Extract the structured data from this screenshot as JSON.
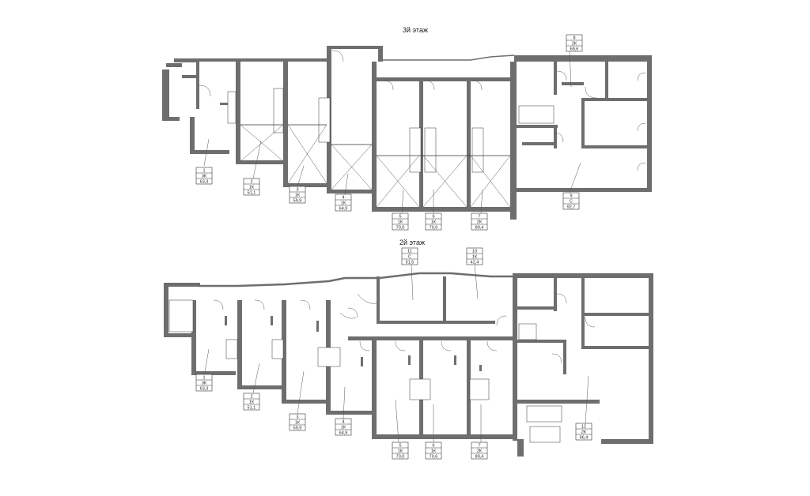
{
  "floors": [
    {
      "title": "3й этаж",
      "apartments": [
        {
          "num": "1",
          "type": "3К",
          "area": "63,3"
        },
        {
          "num": "2",
          "type": "1К",
          "area": "51,1"
        },
        {
          "num": "3",
          "type": "1К",
          "area": "59,9"
        },
        {
          "num": "4",
          "type": "1К",
          "area": "64,9"
        },
        {
          "num": "5",
          "type": "1К",
          "area": "70,0"
        },
        {
          "num": "6",
          "type": "1К",
          "area": "70,6"
        },
        {
          "num": "7",
          "type": "2К",
          "area": "89,4"
        },
        {
          "num": "8",
          "type": "2К",
          "area": "69,6"
        },
        {
          "num": "9",
          "type": "С",
          "area": "92,7"
        }
      ]
    },
    {
      "title": "2й этаж",
      "apartments": [
        {
          "num": "1",
          "type": "3К",
          "area": "63,3"
        },
        {
          "num": "2",
          "type": "1К",
          "area": "51,1"
        },
        {
          "num": "3",
          "type": "1К",
          "area": "59,9"
        },
        {
          "num": "4",
          "type": "1К",
          "area": "64,9"
        },
        {
          "num": "5",
          "type": "1К",
          "area": "70,0"
        },
        {
          "num": "6",
          "type": "1К",
          "area": "70,6"
        },
        {
          "num": "7",
          "type": "2К",
          "area": "89,4"
        },
        {
          "num": "10",
          "type": "1К",
          "area": "42,4"
        },
        {
          "num": "11",
          "type": "С",
          "area": "51,5"
        },
        {
          "num": "12",
          "type": "2К",
          "area": "96,4"
        }
      ]
    }
  ]
}
